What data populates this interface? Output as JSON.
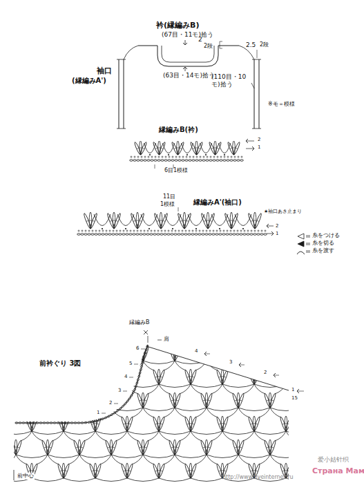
{
  "diagram": {
    "labels": [
      "衿(縁編みB)",
      "(67目・11モ)拾う",
      "2",
      "2段",
      "2.5",
      "2段",
      "(63目・14モ)拾う",
      "袖口",
      "(縁編みA')",
      "(110目・10モ)拾う",
      "※モ＝模様",
      "縁編みB(衿)",
      "2",
      "1",
      "6目1模様",
      "11目",
      "1模様",
      "縁編みA'(袖口)",
      "★袖口あき止まり",
      "2",
      "1",
      "縁編みB",
      "肩",
      "前衿ぐり 3図",
      "6",
      "5",
      "4",
      "3",
      "2",
      "1",
      "4",
      "3",
      "2",
      "1",
      "15",
      "前中心",
      "爱小姑针织",
      "Страна Мам",
      "http://www.liveinternet.ru"
    ],
    "legend": [
      {
        "text": "糸をつける"
      },
      {
        "text": "糸を切る"
      },
      {
        "text": "糸を渡す"
      }
    ]
  }
}
